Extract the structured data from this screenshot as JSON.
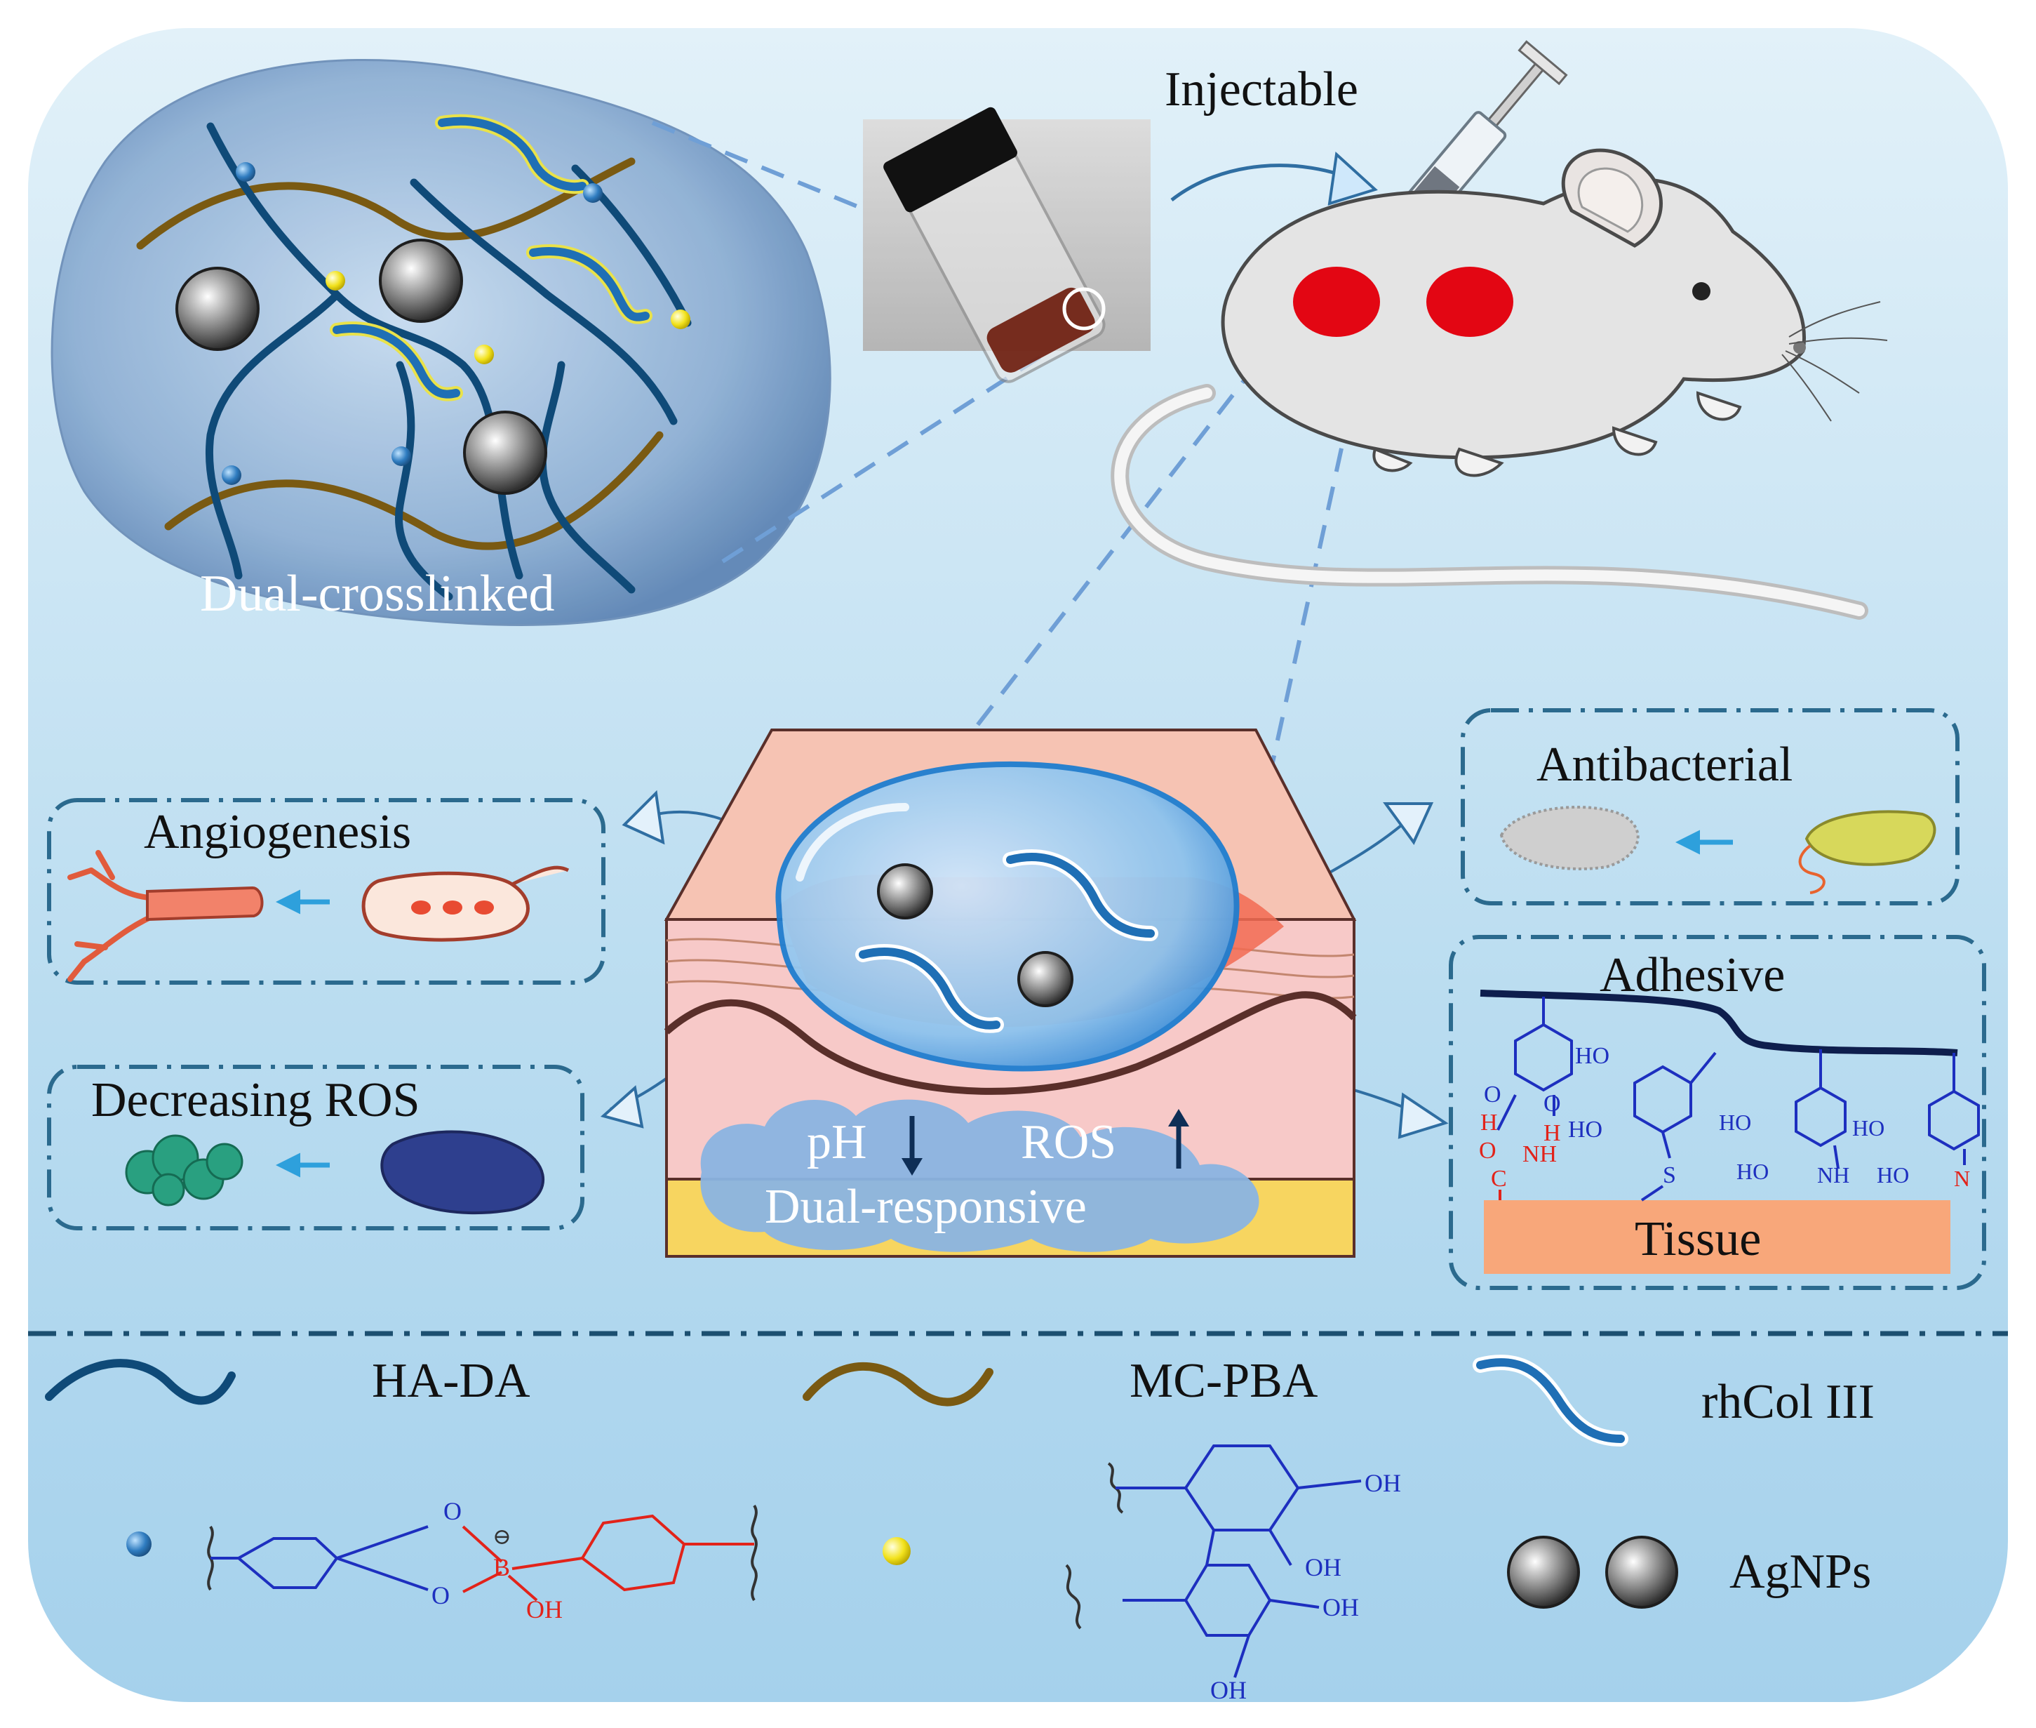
{
  "labels": {
    "injectable": "Injectable",
    "dual_crosslinked": "Dual-crosslinked",
    "angiogenesis": "Angiogenesis",
    "decreasing_ros": "Decreasing ROS",
    "antibacterial": "Antibacterial",
    "adhesive": "Adhesive",
    "tissue": "Tissue",
    "ph": "pH",
    "ros": "ROS",
    "dual_responsive": "Dual-responsive"
  },
  "legend": {
    "ha_da": "HA-DA",
    "mc_pba": "MC-PBA",
    "rhcol": "rhCol III",
    "agnps": "AgNPs"
  },
  "chem": {
    "ho": "HO",
    "oh": "OH",
    "o": "O",
    "h": "H",
    "nh": "NH",
    "n": "N",
    "s": "S",
    "c": "C",
    "b": "B",
    "minus": "⊖"
  },
  "colors": {
    "background_top": "#d8ecf7",
    "background_bottom": "#9fcdea",
    "ha_da_chain": "#0f4a78",
    "mc_pba_chain": "#7a5a12",
    "rhcol_strand": "#1f6fb5",
    "crosslink_blue": "#2f7cc0",
    "crosslink_yellow": "#f2e21c",
    "wound_red": "#e30613",
    "tissue_fill": "#f8a77a",
    "dash_border": "#2b6a8e"
  }
}
